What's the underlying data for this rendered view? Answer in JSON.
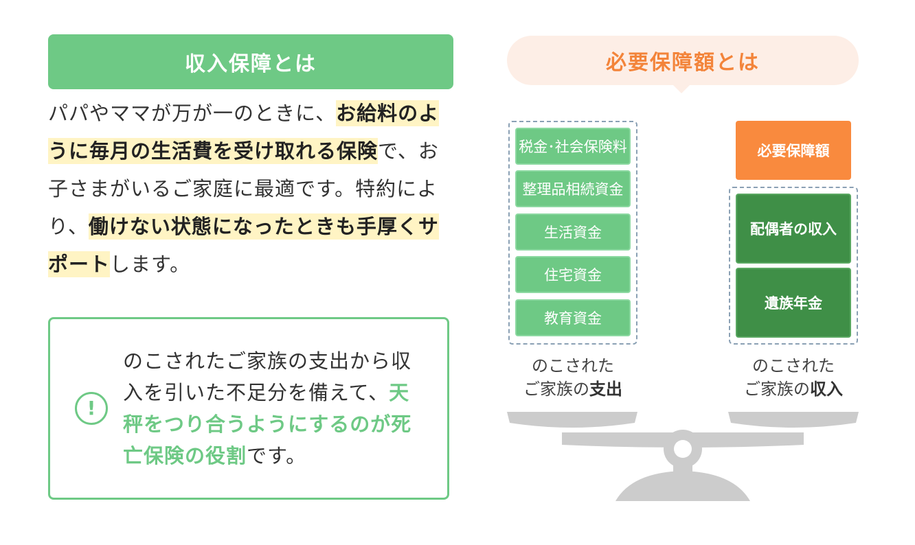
{
  "left": {
    "header_title": "収入保障とは",
    "intro": {
      "p1": "パパやママが万が一のときに、",
      "h1": "お給料のように毎月の生活費を受け取れる保険",
      "p2": "で、お子さまがいるご家庭に最適です。特約により、",
      "h2": "働けない状態になったときも手厚くサポート",
      "p3": "します。"
    },
    "note": {
      "icon": "exclamation-circle-icon",
      "t1": "のこされたご家族の支出から収入を引いた不足分を備えて、",
      "h1": "天秤をつり合うようにするのが死亡保険の役割",
      "t2": "です。"
    }
  },
  "right": {
    "bubble_title": "必要保障額とは",
    "expenses": [
      "税金･社会保険料",
      "整理品相続資金",
      "生活資金",
      "住宅資金",
      "教育資金"
    ],
    "required_label": "必要保障額",
    "income": [
      "配偶者の収入",
      "遺族年金"
    ],
    "caption_left": {
      "line1": "のこされた",
      "line2_pre": "ご家族の",
      "line2_bold": "支出"
    },
    "caption_right": {
      "line1": "のこされた",
      "line2_pre": "ご家族の",
      "line2_bold": "収入"
    }
  },
  "colors": {
    "green": "#6ec985",
    "dark_green": "#3f8f47",
    "orange": "#f98a3e",
    "highlight": "#fff4c4",
    "scale_gray": "#cccccc"
  }
}
